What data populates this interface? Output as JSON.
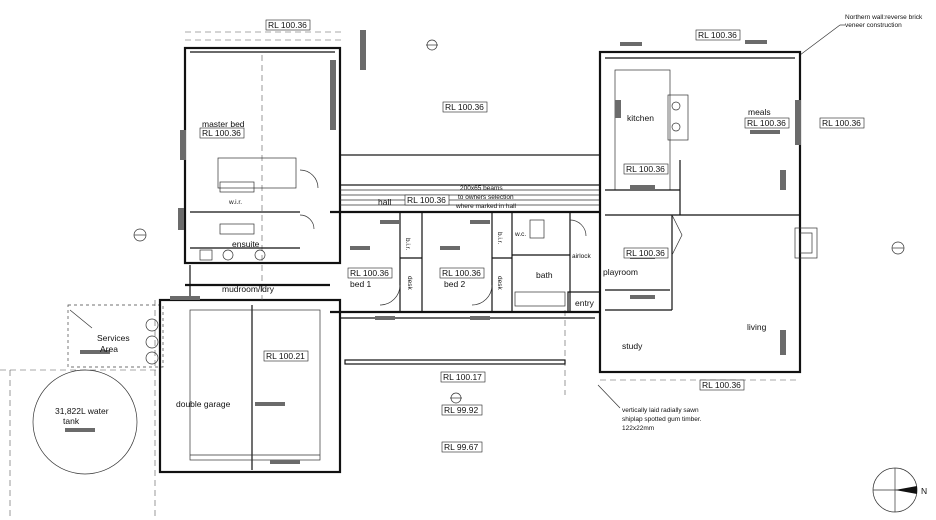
{
  "rooms": {
    "master_bed": "master bed",
    "wir": "w.i.r.",
    "ensuite": "ensuite",
    "mudroom": "mudroom/ldry",
    "hall": "hall",
    "bed1": "bed 1",
    "bed2": "bed 2",
    "bir1": "b.i.r.",
    "bir2": "b.i.r.",
    "desk1": "desk",
    "desk2": "desk",
    "wc": "w.c.",
    "bath": "bath",
    "airlock": "airlock",
    "entry": "entry",
    "playroom": "playroom",
    "study": "study",
    "kitchen": "kitchen",
    "meals": "meals",
    "living": "living",
    "services": "Services",
    "services2": "Area",
    "garage": "double garage",
    "tank1": "31,822L water",
    "tank2": "tank"
  },
  "levels": {
    "top": "RL 100.36",
    "master": "RL 100.36",
    "center_top": "RL 100.36",
    "hall": "RL 100.36",
    "bed1": "RL 100.36",
    "bed2": "RL 100.36",
    "kitchen_top": "RL 100.36",
    "kitchen": "RL 100.36",
    "meals": "RL 100.36",
    "right": "RL 100.36",
    "playroom": "RL 100.36",
    "bottom_right": "RL 100.36",
    "garage": "RL 100.21",
    "outside": "RL 100.17",
    "front1": "RL 99.92",
    "front2": "RL 99.67"
  },
  "notes": {
    "beams1": "200x65 beams",
    "beams2": "to owners selection",
    "beams3": "where marked in hall",
    "north1": "Northern wall:reverse brick",
    "north2": "veneer construction",
    "timber1": "vertically laid radially sawn",
    "timber2": "shiplap spotted gum timber.",
    "timber3": "122x22mm"
  },
  "north_letter": "N"
}
